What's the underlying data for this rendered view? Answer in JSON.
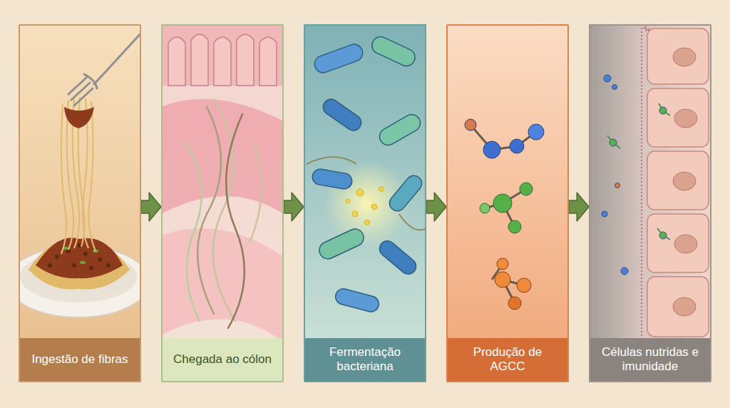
{
  "diagram": {
    "nodes": [
      {
        "text": [
          "Ingestão de fibras"
        ]
      },
      {
        "text": [
          "Chegada ao cólon"
        ]
      },
      {
        "text": [
          "Fermentação bacteriana"
        ]
      },
      {
        "text": [
          "Produção de AGCC"
        ]
      },
      {
        "text": [
          "Células nutridas e imunidade"
        ]
      }
    ],
    "edges": [
      {
        "from": 0,
        "to": 1,
        "arrow": "to"
      },
      {
        "from": 1,
        "to": 2,
        "arrow": "to"
      },
      {
        "from": 2,
        "to": 3,
        "arrow": "to"
      },
      {
        "from": 3,
        "to": 4,
        "arrow": "to"
      }
    ]
  }
}
